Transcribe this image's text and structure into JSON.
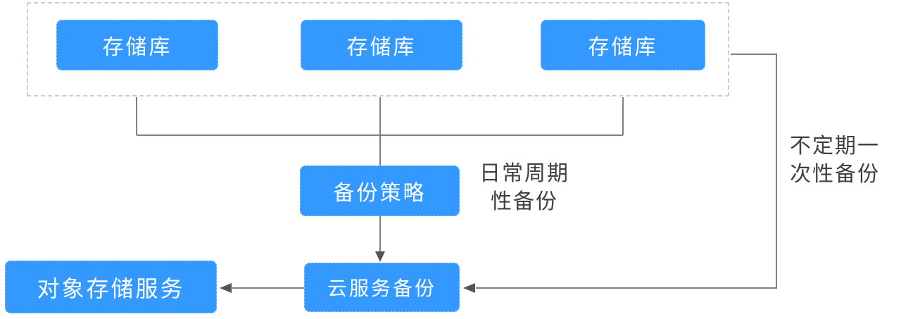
{
  "colors": {
    "box_blue": "#3399fe",
    "box_text": "#ffffff",
    "line_gray": "#808080",
    "arrow_head": "#555555",
    "dashed_border": "#cccccc",
    "label_text": "#404040"
  },
  "diagram": {
    "vault_group": {
      "vaults": [
        {
          "label": "存储库"
        },
        {
          "label": "存储库"
        },
        {
          "label": "存储库"
        }
      ]
    },
    "backup_policy": {
      "label": "备份策略"
    },
    "policy_annotation": {
      "line1": "日常周期",
      "line2": "性备份"
    },
    "cloud_server_backup": {
      "label": "云服务备份"
    },
    "object_storage": {
      "label": "对象存储服务"
    },
    "adhoc_annotation": {
      "line1": "不定期一",
      "line2": "次性备份"
    }
  }
}
